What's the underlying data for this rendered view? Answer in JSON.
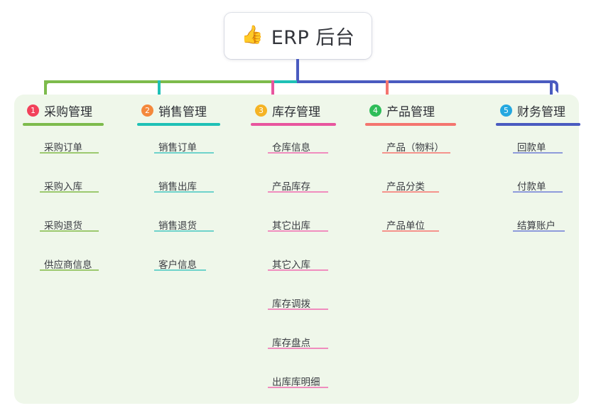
{
  "root": {
    "icon": "thumbs-up-emoji",
    "emoji": "👍",
    "title": "ERP 后台"
  },
  "colors": {
    "panel_bg": "#eff7ea",
    "root_stem": "#4a5bc0",
    "green": "#7dbb4c",
    "teal": "#1fc1b6",
    "pink": "#e8559e",
    "salmon": "#f4756f",
    "blue": "#4a5bc0"
  },
  "columns": [
    {
      "index": "1",
      "title": "采购管理",
      "badge_color": "#f2415a",
      "line_color": "#7dbb4c",
      "item_line_color": "#9cc96f",
      "items": [
        "采购订单",
        "采购入库",
        "采购退货",
        "供应商信息"
      ]
    },
    {
      "index": "2",
      "title": "销售管理",
      "badge_color": "#f4883c",
      "line_color": "#1fc1b6",
      "item_line_color": "#6fd3cb",
      "items": [
        "销售订单",
        "销售出库",
        "销售退货",
        "客户信息"
      ]
    },
    {
      "index": "3",
      "title": "库存管理",
      "badge_color": "#f5b324",
      "line_color": "#e8559e",
      "item_line_color": "#f08dbe",
      "items": [
        "仓库信息",
        "产品库存",
        "其它出库",
        "其它入库",
        "库存调拨",
        "库存盘点",
        "出库库明细"
      ]
    },
    {
      "index": "4",
      "title": "产品管理",
      "badge_color": "#2ebd59",
      "line_color": "#f4756f",
      "item_line_color": "#f5938c",
      "items": [
        "产品（物料）",
        "产品分类",
        "产品单位"
      ]
    },
    {
      "index": "5",
      "title": "财务管理",
      "badge_color": "#24a8e0",
      "line_color": "#4a5bc0",
      "item_line_color": "#8e9bdb",
      "items": [
        "回款单",
        "付款单",
        "结算账户"
      ]
    }
  ]
}
